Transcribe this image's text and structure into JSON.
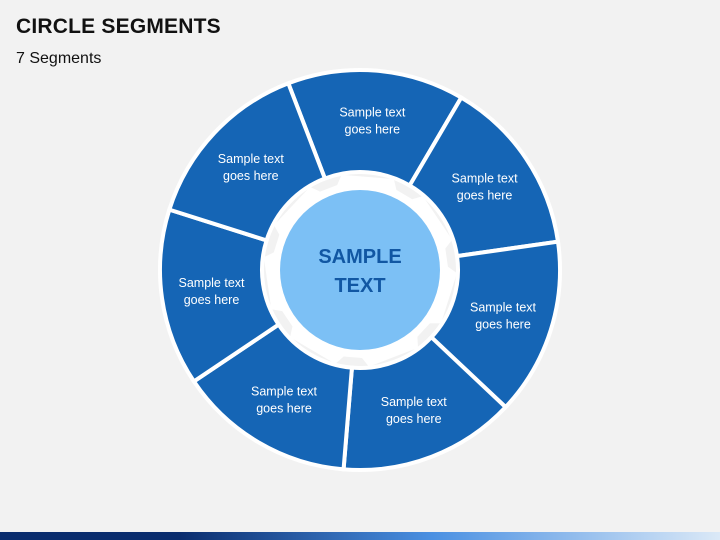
{
  "title": "CIRCLE SEGMENTS",
  "subtitle": "7 Segments",
  "center": {
    "line1": "SAMPLE",
    "line2": "TEXT"
  },
  "segments": [
    {
      "line1": "Sample text",
      "line2": "goes here"
    },
    {
      "line1": "Sample text",
      "line2": "goes here"
    },
    {
      "line1": "Sample text",
      "line2": "goes here"
    },
    {
      "line1": "Sample text",
      "line2": "goes here"
    },
    {
      "line1": "Sample text",
      "line2": "goes here"
    },
    {
      "line1": "Sample text",
      "line2": "goes here"
    },
    {
      "line1": "Sample text",
      "line2": "goes here"
    }
  ],
  "colors": {
    "segment": "#1565b5",
    "segment_gap": "#ffffff",
    "gear": "#ffffff",
    "center_fill": "#7cc0f5",
    "center_text": "#1157a3",
    "background": "#f2f2f2",
    "bottom_bar_dark": "#0a2d6e",
    "bottom_bar_light": "#4a90e2"
  }
}
